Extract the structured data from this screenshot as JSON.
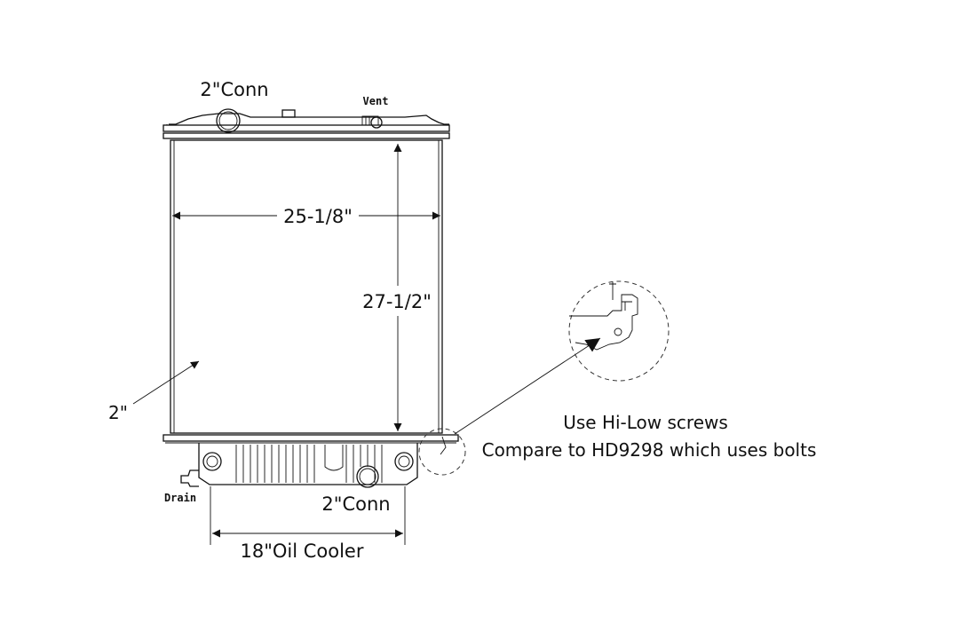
{
  "labels": {
    "top_conn": "2\"Conn",
    "vent": "Vent",
    "width": "25-1/8\"",
    "height": "27-1/2\"",
    "core_thickness": "2\"",
    "drain": "Drain",
    "bottom_conn": "2\"Conn",
    "oil_cooler": "18\"Oil Cooler",
    "note_line1": "Use Hi-Low screws",
    "note_line2": "Compare to HD9298 which uses bolts"
  }
}
